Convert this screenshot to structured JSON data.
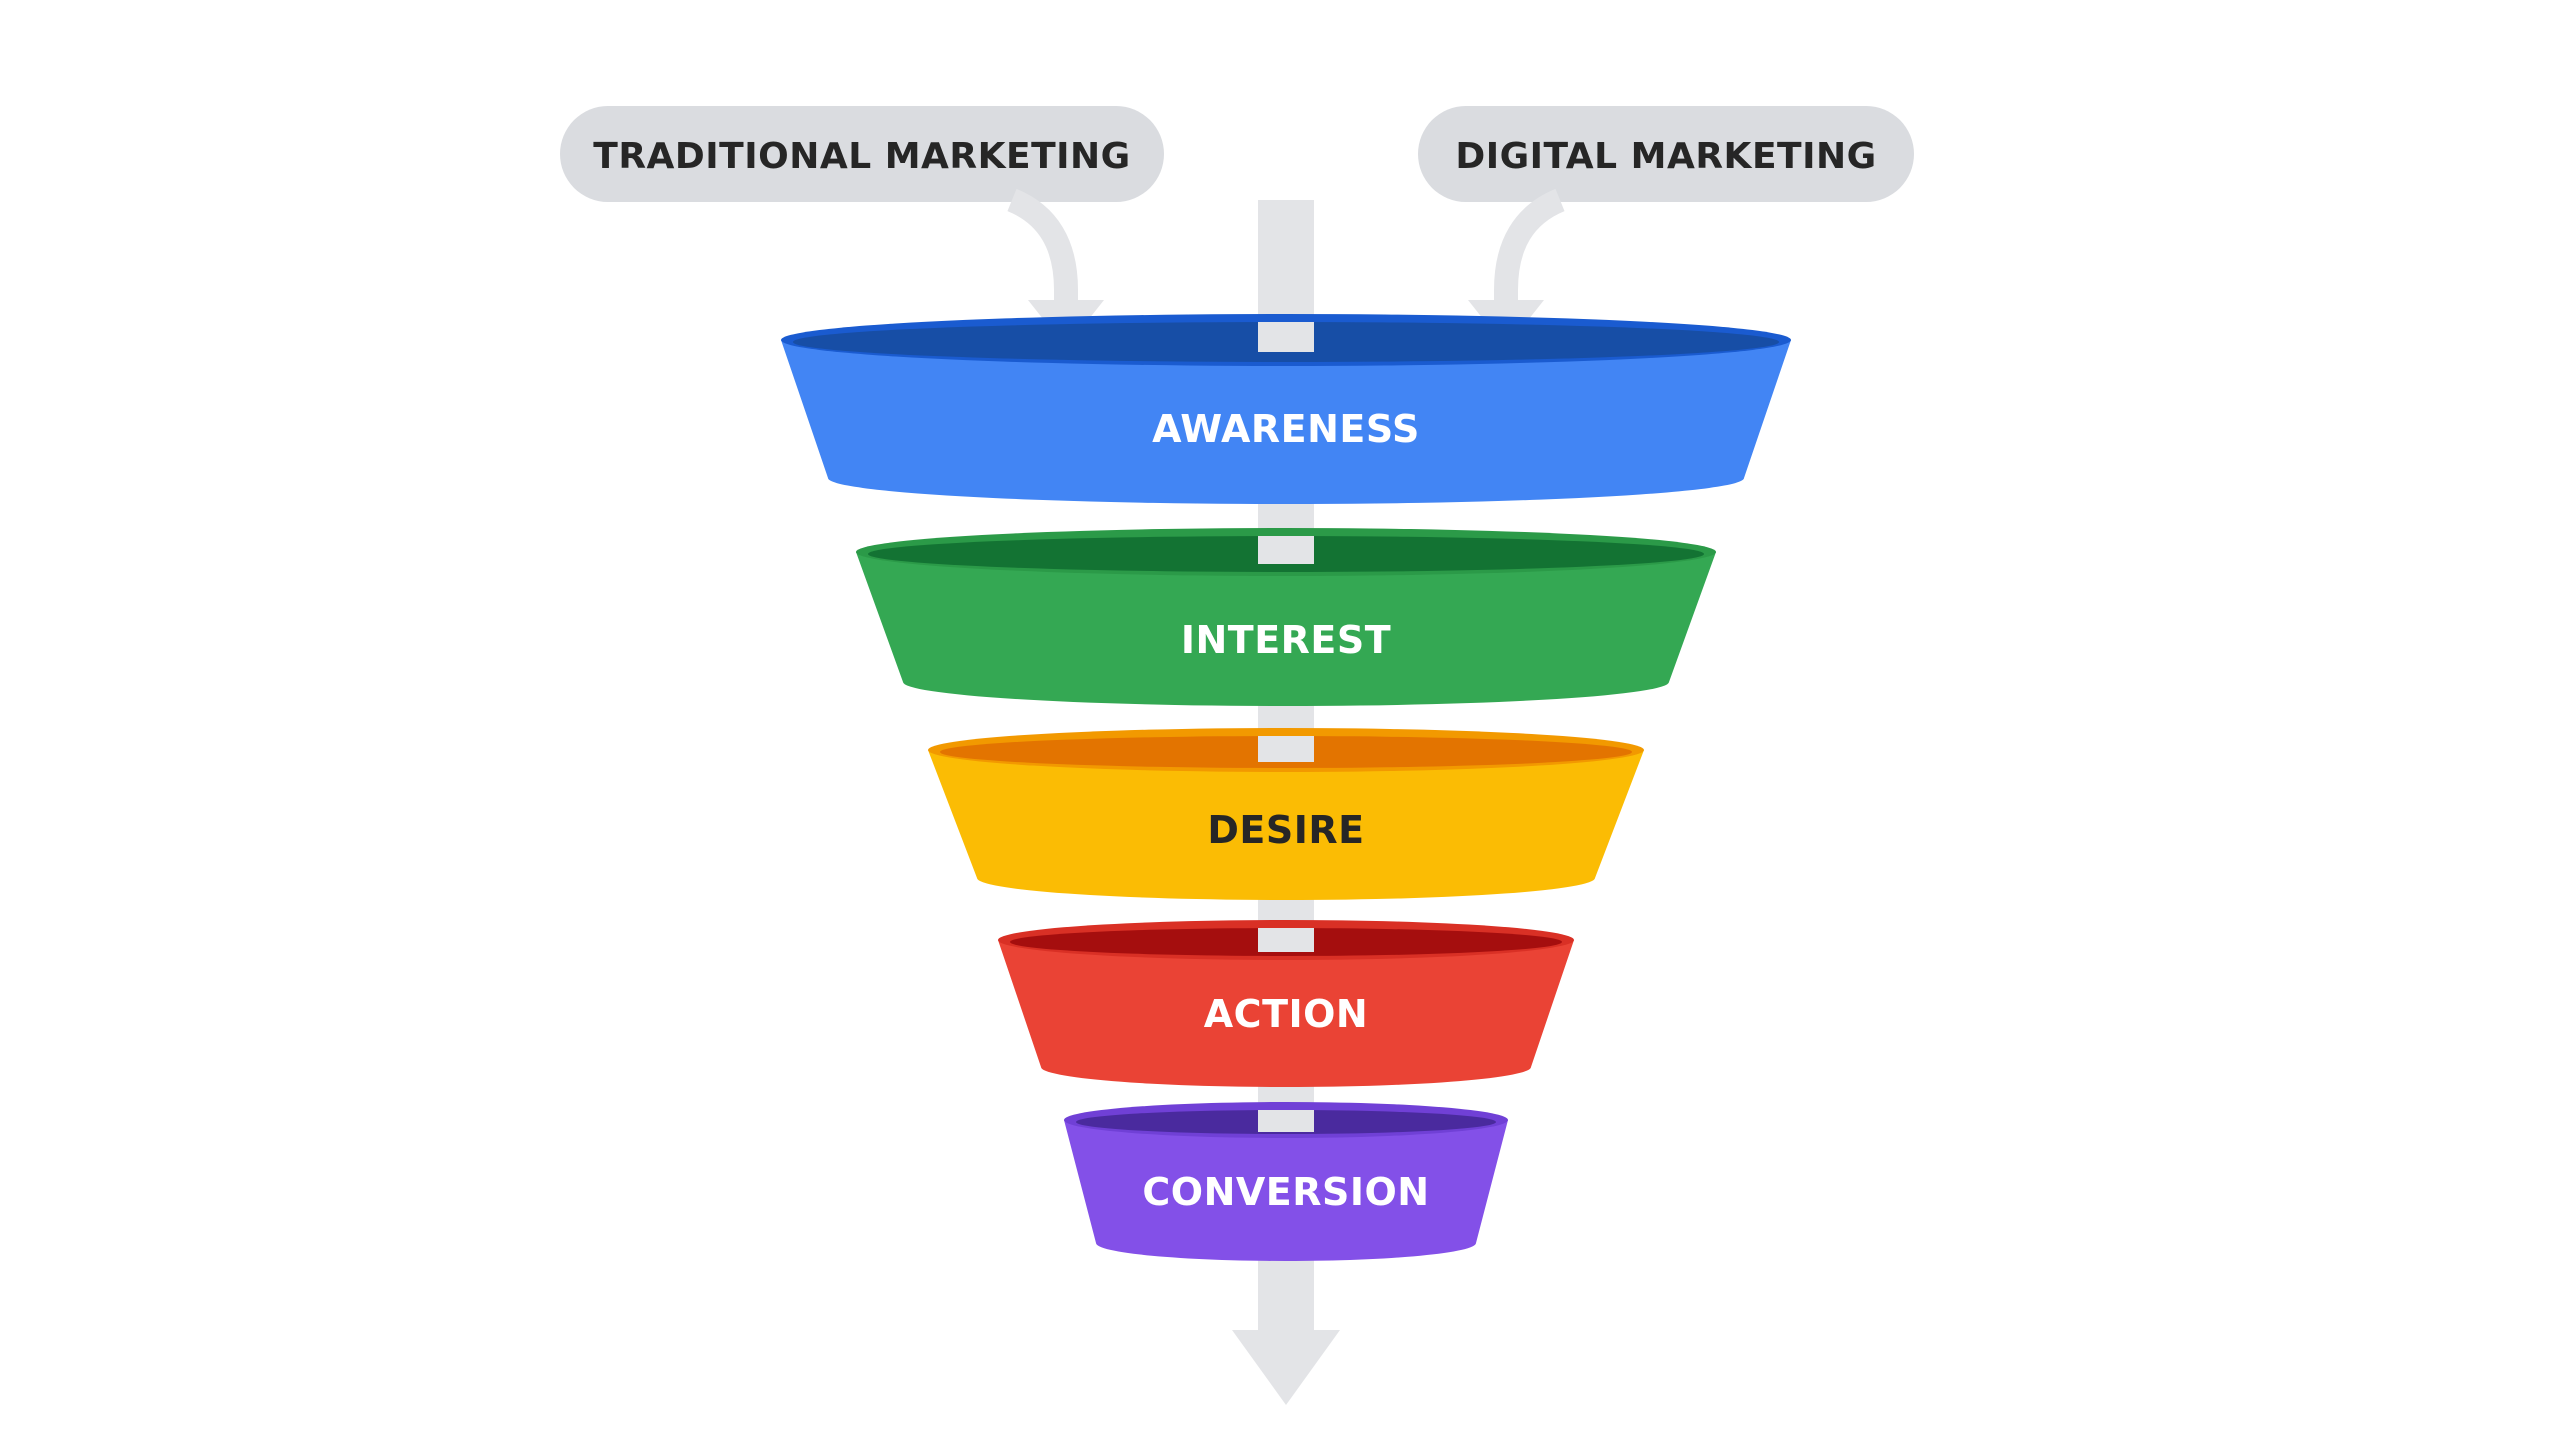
{
  "diagram": {
    "sources": [
      {
        "label": "TRADITIONAL MARKETING"
      },
      {
        "label": "DIGITAL MARKETING"
      }
    ],
    "stages": [
      {
        "label": "AWARENESS",
        "color": "#4285F4",
        "inner_color": "#174EA6",
        "rim_color": "#1A5BD0",
        "text_color": "#FFFFFF"
      },
      {
        "label": "INTEREST",
        "color": "#34A853",
        "inner_color": "#137333",
        "rim_color": "#2B9A48",
        "text_color": "#FFFFFF"
      },
      {
        "label": "DESIRE",
        "color": "#FBBC04",
        "inner_color": "#E37400",
        "rim_color": "#F29900",
        "text_color": "#262626"
      },
      {
        "label": "ACTION",
        "color": "#EA4335",
        "inner_color": "#A50E0E",
        "rim_color": "#D93025",
        "text_color": "#FFFFFF"
      },
      {
        "label": "CONVERSION",
        "color": "#8350E8",
        "inner_color": "#4A2A9E",
        "rim_color": "#7040D6",
        "text_color": "#FFFFFF"
      }
    ],
    "colors": {
      "pill_fill": "#DADCE0",
      "pill_text": "#262626",
      "arrow": "#E3E4E7"
    }
  }
}
